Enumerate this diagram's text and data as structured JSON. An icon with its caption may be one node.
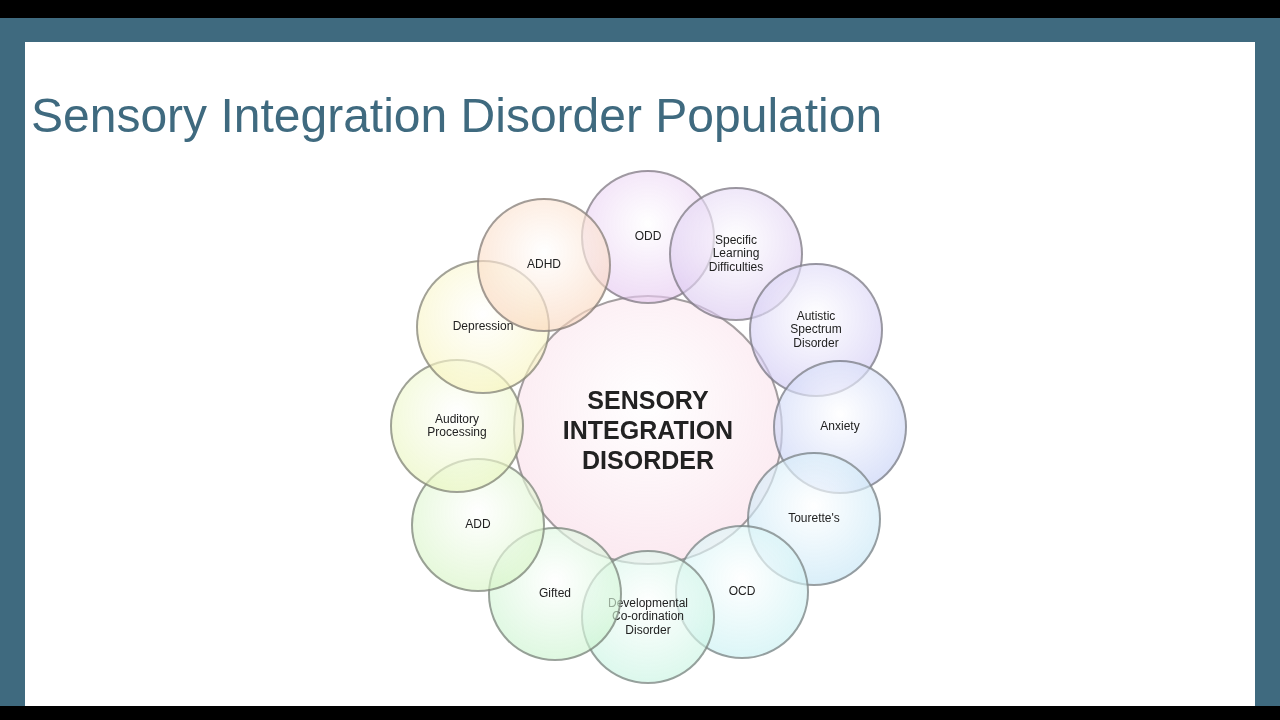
{
  "diagram": {
    "title": "Sensory Integration Disorder Population",
    "nodes": [
      {
        "text": [
          "SENSORY INTEGRATION DISORDER"
        ]
      },
      {
        "text": [
          "ODD"
        ]
      },
      {
        "text": [
          "Specific Learning Difficulties"
        ]
      },
      {
        "text": [
          "Autistic Spectrum Disorder"
        ]
      },
      {
        "text": [
          "Anxiety"
        ]
      },
      {
        "text": [
          "Tourette's"
        ]
      },
      {
        "text": [
          "OCD"
        ]
      },
      {
        "text": [
          "Developmental Co-ordination Disorder"
        ]
      },
      {
        "text": [
          "Gifted"
        ]
      },
      {
        "text": [
          "ADD"
        ]
      },
      {
        "text": [
          "Auditory Processing"
        ]
      },
      {
        "text": [
          "Depression"
        ]
      },
      {
        "text": [
          "ADHD"
        ]
      }
    ]
  }
}
